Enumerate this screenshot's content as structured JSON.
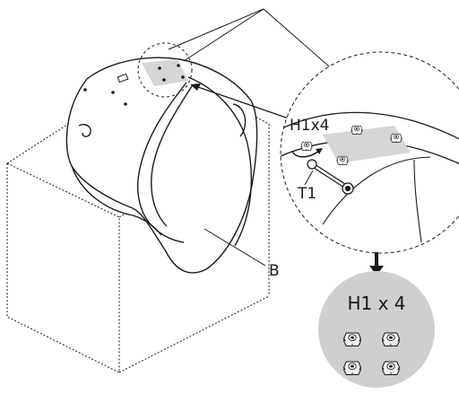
{
  "labels": {
    "h1x4": "H1x4",
    "t1": "T1",
    "b": "B",
    "hardware_title": "H1 x 4"
  },
  "hardware": {
    "nut_count": 4
  },
  "colors": {
    "ink": "#1a1a1a",
    "plate_fill": "#d6d6d6",
    "hardware_bg": "#cfcfcf",
    "nut_fill": "#f2f2f2"
  }
}
